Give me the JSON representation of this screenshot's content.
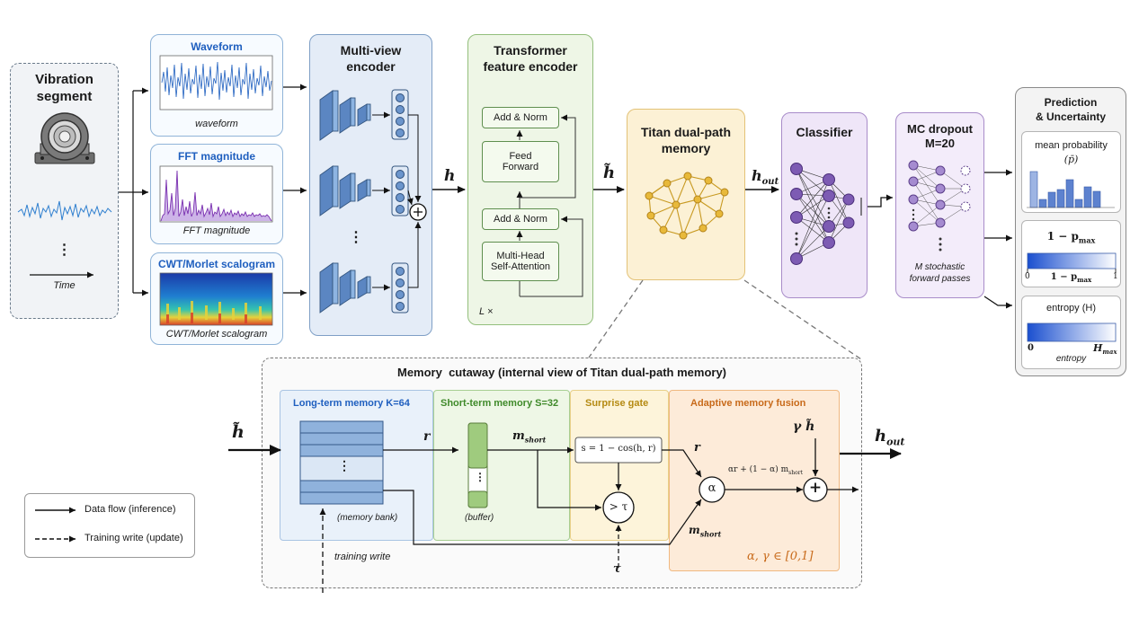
{
  "vibration": {
    "title_line1": "Vibration",
    "title_line2": "segment",
    "dots": "⋮",
    "time_label": "Time"
  },
  "views": {
    "waveform": {
      "title": "Waveform",
      "caption": "waveform"
    },
    "fft": {
      "title": "FFT magnitude",
      "caption": "FFT magnitude"
    },
    "cwt": {
      "title": "CWT/Morlet scalogram",
      "caption": "CWT/Morlet scalogram"
    }
  },
  "multiview": {
    "title_line1": "Multi-view",
    "title_line2": "encoder",
    "dots": "⋮",
    "sum_symbol": "+"
  },
  "h_label": "h",
  "transformer": {
    "title_line1": "Transformer",
    "title_line2": "feature encoder",
    "add_norm_top": "Add & Norm",
    "feed_forward_line1": "Feed",
    "feed_forward_line2": "Forward",
    "add_norm_bottom": "Add & Norm",
    "mha_line1": "Multi-Head",
    "mha_line2": "Self-Attention",
    "repeat": "L ×"
  },
  "h_tilde_label": "h̃",
  "titan": {
    "title_line1": "Titan dual-path",
    "title_line2": "memory"
  },
  "h_out_label": "h",
  "h_out_sub": "out",
  "classifier": {
    "title": "Classifier"
  },
  "mc_dropout": {
    "title_line1": "MC dropout",
    "title_line2": "M=20",
    "caption_line1": "M stochastic",
    "caption_line2": "forward passes"
  },
  "prediction": {
    "title_line1": "Prediction",
    "title_line2": "& Uncertainty",
    "mean_prob_line1": "mean probability",
    "mean_prob_line2": "(p̄)",
    "one_minus_pmax": "1 − p",
    "pmax_sub": "max",
    "scale_zero": "0",
    "scale_one": "1",
    "entropy_title": "entropy (H)",
    "entropy_zero": "0",
    "entropy_max": "H",
    "entropy_max_sub": "max",
    "entropy_caption": "entropy"
  },
  "legend": {
    "data_flow": "Data flow (inference)",
    "training_write": "Training write (update)"
  },
  "cutaway": {
    "title": "Memory  cutaway (internal view of Titan dual-path memory)",
    "long_term": "Long-term memory K=64",
    "short_term": "Short-term memory S=32",
    "surprise": "Surprise gate",
    "fusion": "Adaptive memory fusion",
    "input_label": "h̃",
    "memory_bank": "(memory bank)",
    "buffer": "(buffer)",
    "r_label": "r",
    "m_short": "m",
    "short_sub": "short",
    "surprise_formula": "s = 1 − cos(h, r)",
    "threshold": "> τ",
    "tau": "τ",
    "r_fusion": "r",
    "alpha": "α",
    "fusion_formula": "αr + (1 − α) m",
    "gamma_h": "γ h̃",
    "plus": "+",
    "output_label": "h",
    "output_sub": "out",
    "alpha_gamma_range": "α, γ ∈ [0,1]",
    "training_write": "training write",
    "dots": "⋮"
  }
}
